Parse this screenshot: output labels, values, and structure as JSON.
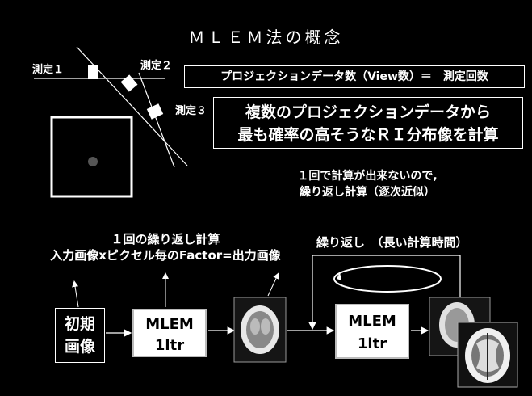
{
  "title": "ＭＬＥＭ法の概念",
  "detectors": [
    "測定１",
    "測定２",
    "測定３"
  ],
  "projection_equation": "プロジェクションデータ数（View数）＝　測定回数",
  "multi_projection": {
    "line1": "複数のプロジェクションデータから",
    "line2": "最も確率の高そうなＲＩ分布像を計算"
  },
  "iteration_note": {
    "line1": "１回で計算が出来ないので,",
    "line2": "繰り返し計算（逐次近似）"
  },
  "one_iteration": {
    "line1": "１回の繰り返し計算",
    "line2": "入力画像xピクセル毎のFactor=出力画像"
  },
  "repeat_label": "繰り返し　（長い計算時間）",
  "initial_image": {
    "line1": "初期",
    "line2": "画像"
  },
  "mlem_box": {
    "line1": "MLEM",
    "line2": "1ltr"
  }
}
